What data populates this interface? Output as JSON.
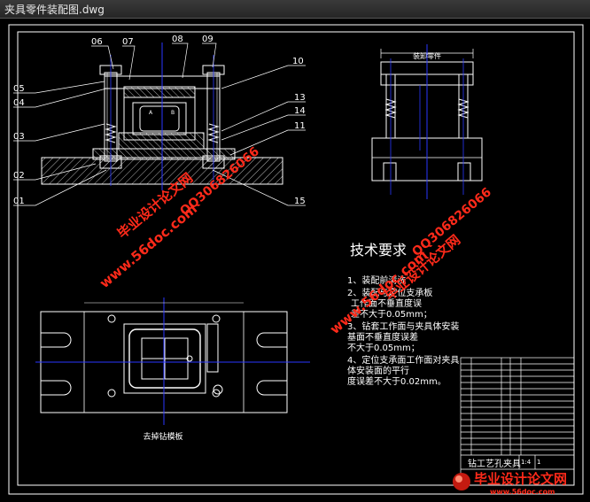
{
  "window": {
    "title": "夹具零件装配图.dwg"
  },
  "drawing": {
    "callouts": [
      "06",
      "07",
      "08",
      "09",
      "10",
      "05",
      "04",
      "03",
      "13",
      "14",
      "11",
      "02",
      "01",
      "15"
    ],
    "side_view_label": "装卸零件",
    "plan_view_label": "去掉钻模板",
    "tech_req": {
      "heading": "技术要求",
      "lines": [
        "1、装配前清洗",
        "2、装配与定位支承板",
        "工作面不垂直度误",
        "差不大于0.05mm；",
        "3、钻套工作面与夹具体安装",
        "基面不垂直度误差",
        "不大于0.05mm；",
        "4、定位支承面工作面对夹具",
        "体安装面的平行",
        "度误差不大于0.02mm。"
      ]
    },
    "title_block_name": "钻工艺孔夹具",
    "title_block_scale": "1:4",
    "title_block_sheet": "1"
  },
  "watermarks": {
    "site": "www.56doc.com",
    "brand": "毕业设计论文网",
    "qq": "QQ306826066",
    "logo_text": "毕业设计论文网",
    "logo_url": "www.56doc.com"
  },
  "colors": {
    "background": "#000000",
    "linework": "#ffffff",
    "centerline": "#2a36ff",
    "watermark": "#ff2a1a"
  }
}
